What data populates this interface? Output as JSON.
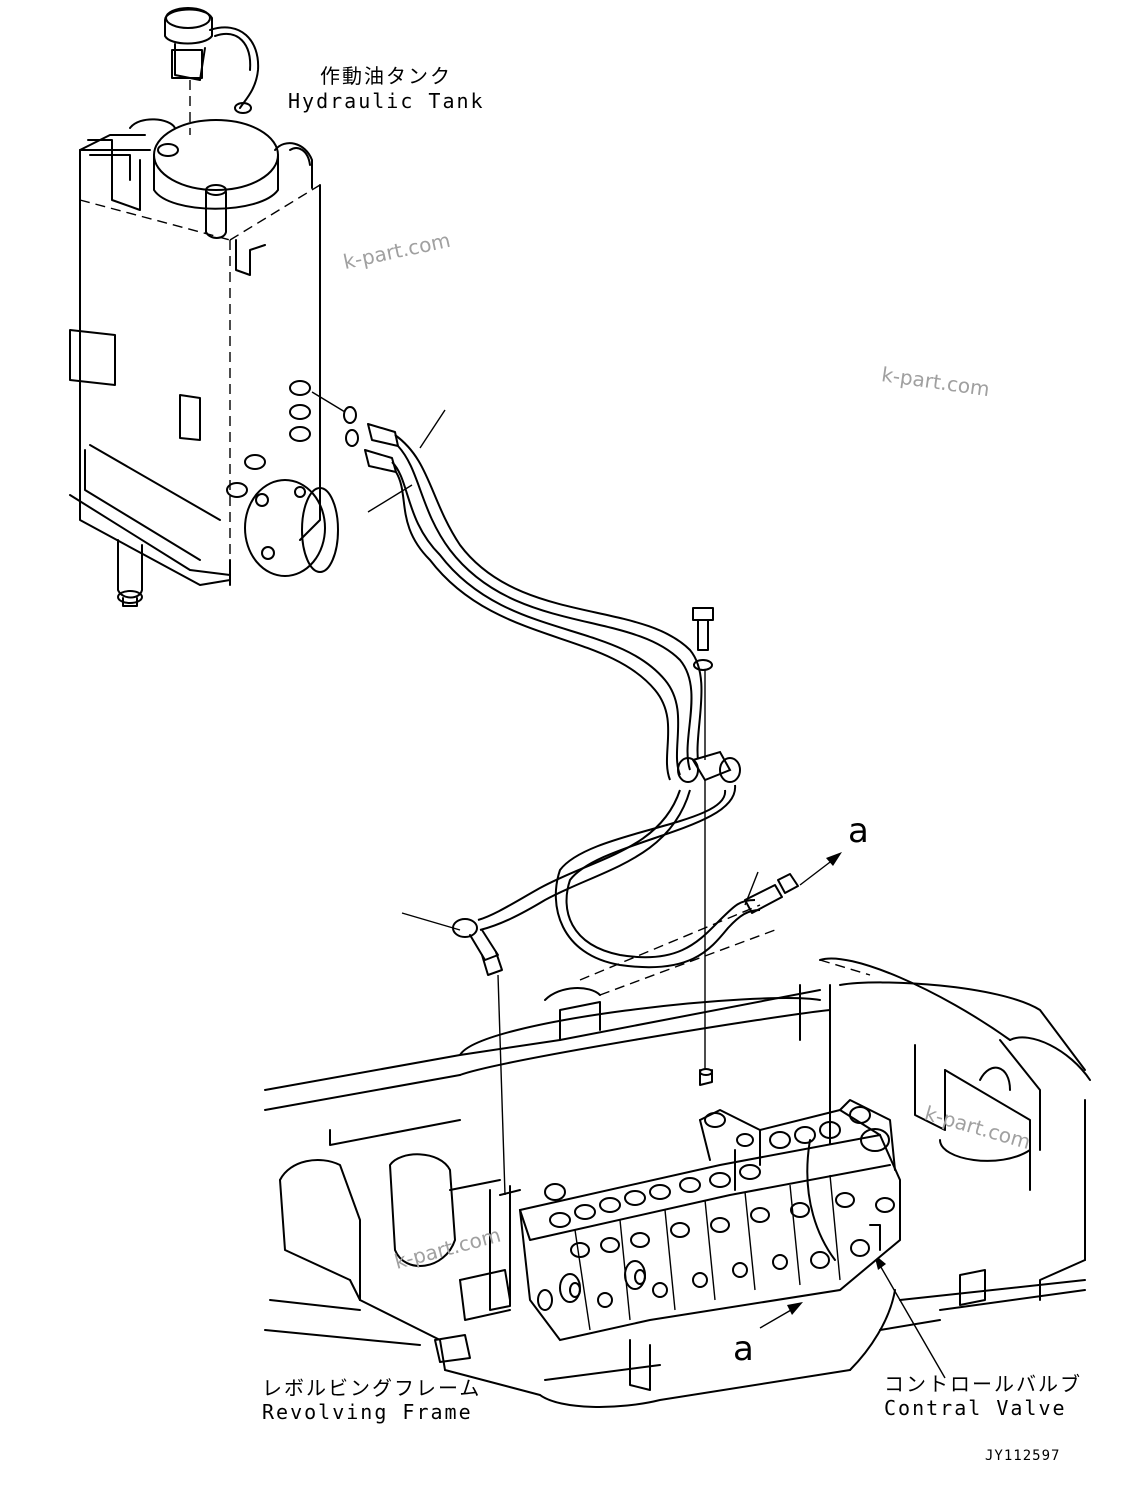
{
  "labels": {
    "hydraulic_tank_jp": "作動油タンク",
    "hydraulic_tank_en": "Hydraulic Tank",
    "revolving_frame_jp": "レボルビングフレーム",
    "revolving_frame_en": "Revolving Frame",
    "control_valve_jp": "コントロールバルブ",
    "control_valve_en": "Contral Valve"
  },
  "references": {
    "arrow_ref_top": "a",
    "arrow_ref_bottom": "a"
  },
  "watermarks": [
    "k-part.com",
    "k-part.com",
    "k-part.com",
    "k-part.com"
  ],
  "drawing_code": "JY112597",
  "colors": {
    "line": "#000000",
    "background": "#ffffff",
    "watermark": "#a0a0a0"
  }
}
